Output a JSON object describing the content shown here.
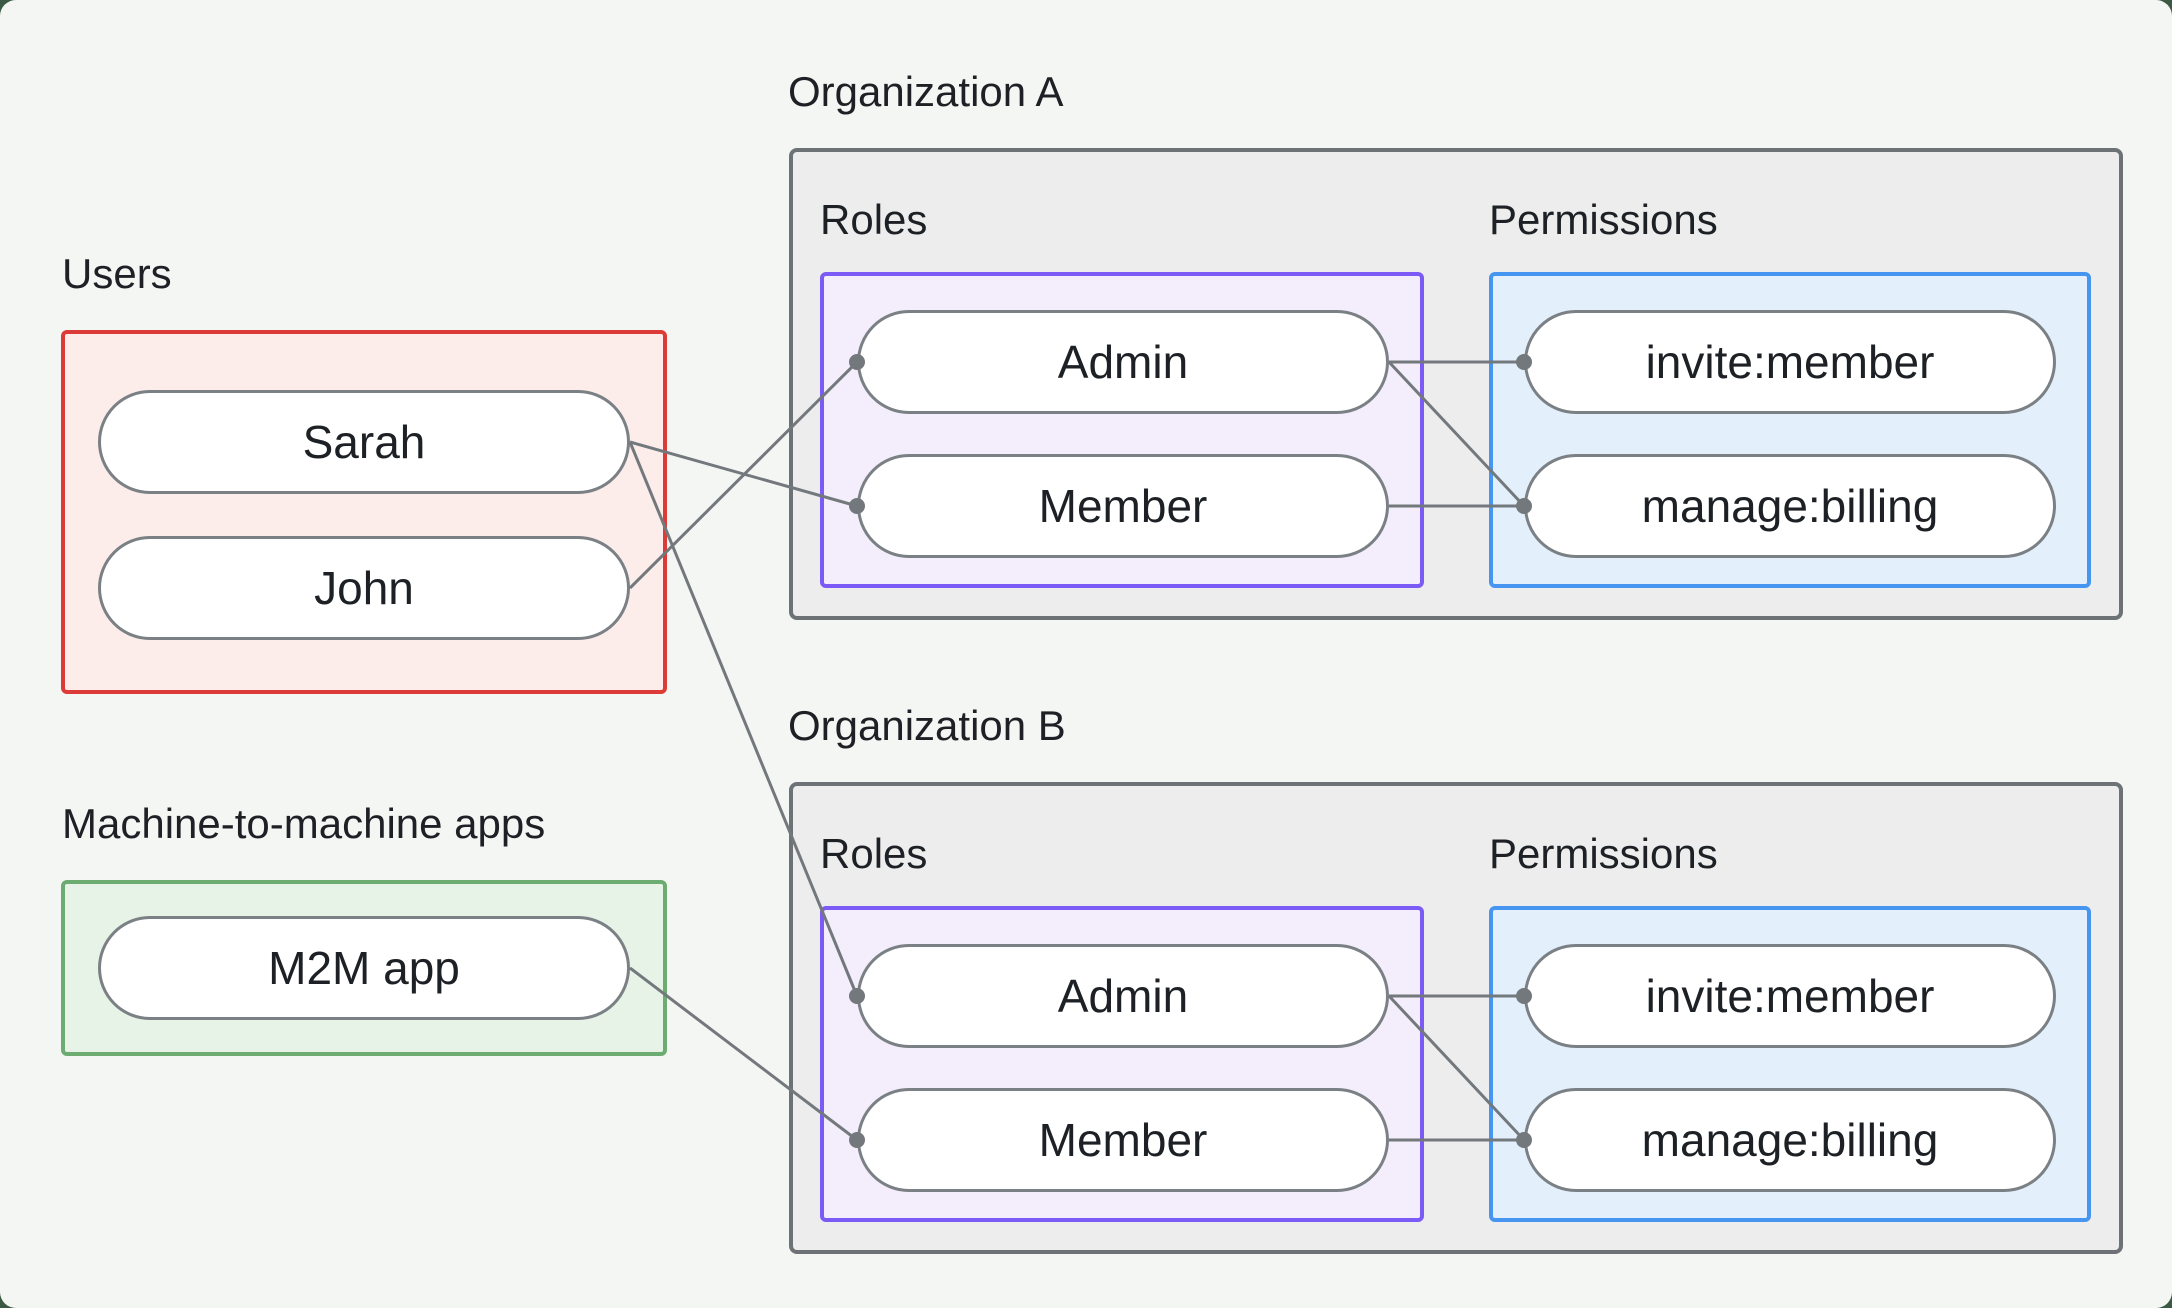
{
  "colors": {
    "page_background": "#3b5943",
    "canvas_background": "#f4f6f4",
    "users_border": "#dd3b37",
    "users_fill": "#fcedeb",
    "m2m_border": "#6cac71",
    "m2m_fill": "#e8f3e8",
    "org_border": "#6d7276",
    "org_fill": "#ededee",
    "roles_border": "#7b5af5",
    "roles_fill": "#f4eefc",
    "permissions_border": "#4695f0",
    "permissions_fill": "#e3f0fc",
    "node_border": "#7b8085",
    "node_fill": "#ffffff",
    "connector": "#73787d",
    "text": "#1d2125"
  },
  "users": {
    "label": "Users",
    "items": [
      "Sarah",
      "John"
    ]
  },
  "m2m": {
    "label": "Machine-to-machine apps",
    "items": [
      "M2M app"
    ]
  },
  "org_a": {
    "label": "Organization A",
    "roles_label": "Roles",
    "permissions_label": "Permissions",
    "roles": [
      "Admin",
      "Member"
    ],
    "permissions": [
      "invite:member",
      "manage:billing"
    ]
  },
  "org_b": {
    "label": "Organization B",
    "roles_label": "Roles",
    "permissions_label": "Permissions",
    "roles": [
      "Admin",
      "Member"
    ],
    "permissions": [
      "invite:member",
      "manage:billing"
    ]
  },
  "connections": [
    {
      "from": "sarah",
      "to": "org_a.member"
    },
    {
      "from": "john",
      "to": "org_a.admin"
    },
    {
      "from": "sarah",
      "to": "org_b.admin"
    },
    {
      "from": "m2m_app",
      "to": "org_b.member"
    },
    {
      "from": "org_a.admin",
      "to": "org_a.invite_member"
    },
    {
      "from": "org_a.admin",
      "to": "org_a.manage_billing"
    },
    {
      "from": "org_a.member",
      "to": "org_a.manage_billing"
    },
    {
      "from": "org_b.admin",
      "to": "org_b.invite_member"
    },
    {
      "from": "org_b.admin",
      "to": "org_b.manage_billing"
    },
    {
      "from": "org_b.member",
      "to": "org_b.manage_billing"
    }
  ]
}
